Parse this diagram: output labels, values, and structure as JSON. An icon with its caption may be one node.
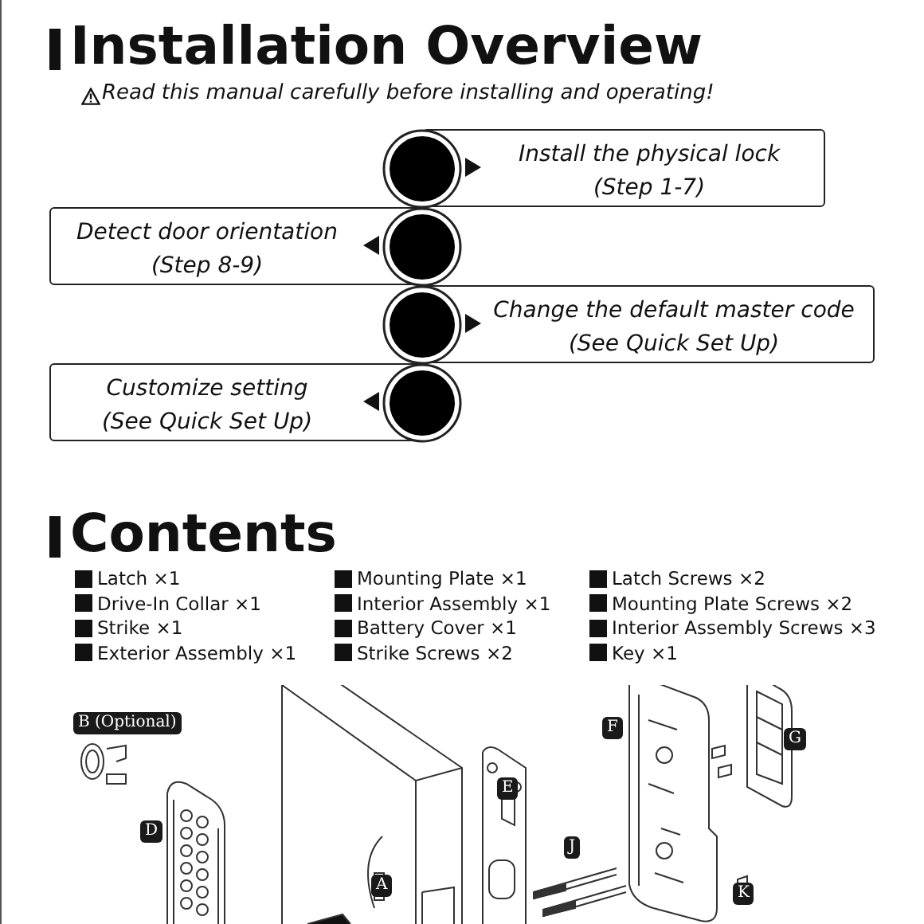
{
  "diagram": {
    "title": "Installation Overview",
    "nodes": [
      {
        "text": [
          "Install the physical lock",
          "(Step 1-7)"
        ]
      },
      {
        "text": [],
        "shape": "circle"
      },
      {
        "text": [
          "Detect door orientation",
          "(Step 8-9)"
        ]
      },
      {
        "text": [],
        "shape": "circle"
      },
      {
        "text": [
          "Change the default master code",
          "(See Quick Set Up)"
        ]
      },
      {
        "text": [],
        "shape": "circle"
      },
      {
        "text": [
          "Customize setting",
          "(See Quick Set Up)"
        ]
      },
      {
        "text": [],
        "shape": "circle"
      }
    ],
    "edges": [],
    "labels": [
      "Read this manual carefully before installing and operating!",
      "Contents",
      "Latch ×1",
      "Mounting Plate ×1",
      "Latch Screws ×2",
      "Drive-In Collar ×1",
      "Interior Assembly ×1",
      "Mounting Plate Screws ×2",
      "Strike ×1",
      "Battery Cover ×1",
      "Interior Assembly Screws ×3",
      "Exterior Assembly ×1",
      "Strike Screws ×2",
      "Key ×1",
      "B (Optional)",
      "F",
      "G",
      "E",
      "D",
      "J",
      "A",
      "K"
    ]
  }
}
